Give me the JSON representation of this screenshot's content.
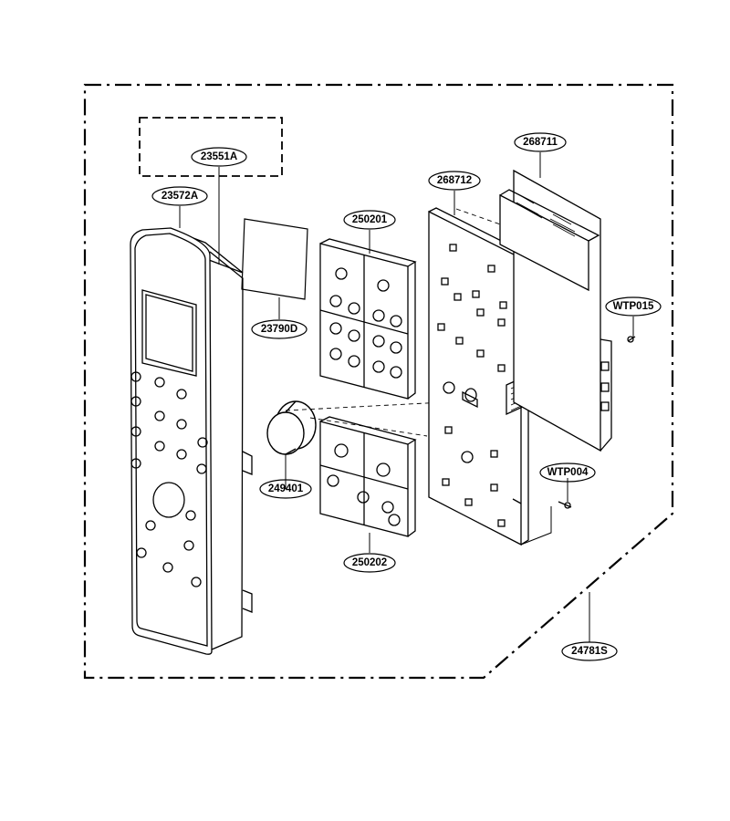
{
  "diagram": {
    "colors": {
      "ink": "#000000",
      "paper": "#ffffff"
    },
    "callouts": {
      "p23551A": "23551A",
      "p23572A": "23572A",
      "p23790D": "23790D",
      "p250201": "250201",
      "p268712": "268712",
      "p268711": "268711",
      "pWTP015": "WTP015",
      "p249401": "249401",
      "pWTP004": "WTP004",
      "p250202": "250202",
      "p24781S": "24781S"
    }
  }
}
